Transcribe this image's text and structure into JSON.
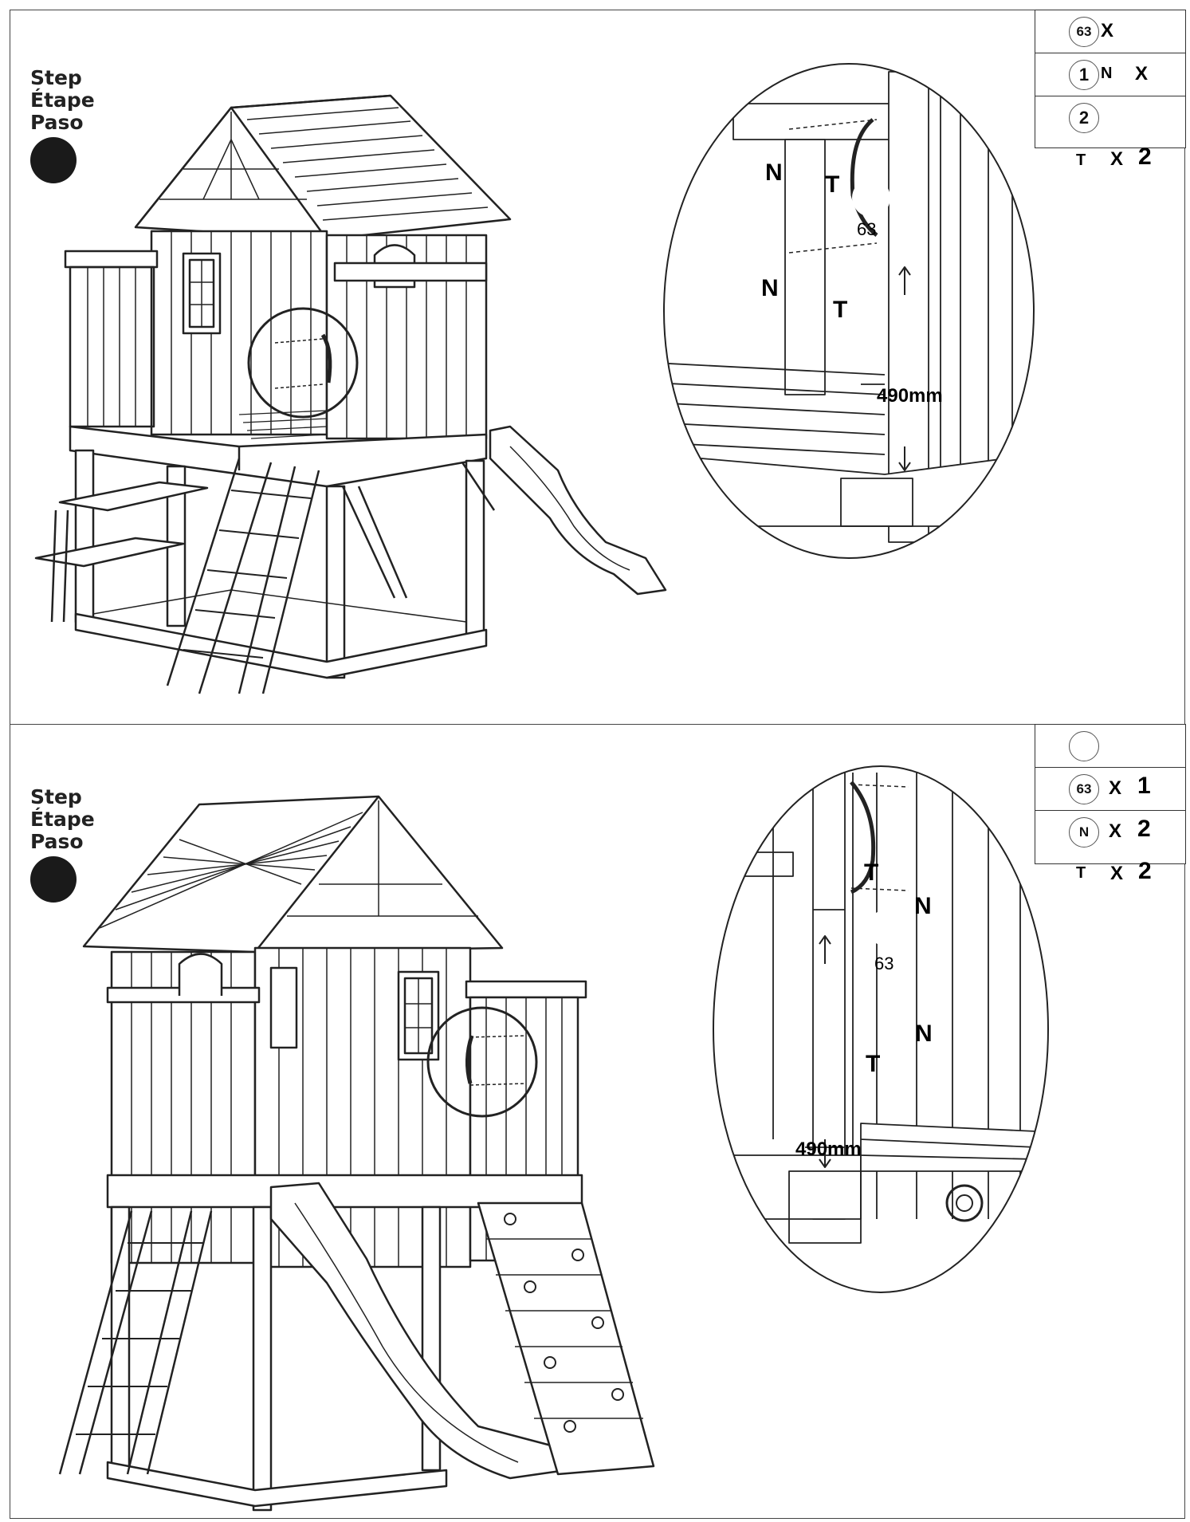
{
  "steps": [
    {
      "label_en": "Step",
      "label_fr": "Étape",
      "label_es": "Paso",
      "parts": {
        "row1_badge": "63",
        "row1_x": "X",
        "row2_badge": "1",
        "row2_letter": "N",
        "row2_x": "X",
        "row3_badge": "2",
        "row3_letter": "T",
        "row3_x": "X",
        "row3_qty": "2"
      },
      "detail": {
        "tag_n1": "N",
        "tag_t1": "T",
        "tag_n2": "N",
        "tag_t2": "T",
        "part_number": "63",
        "measurement": "490mm"
      }
    },
    {
      "label_en": "Step",
      "label_fr": "Étape",
      "label_es": "Paso",
      "parts": {
        "row1_badge": "",
        "row2_badge": "63",
        "row2_x": "X",
        "row2_qty": "1",
        "row3_badge": "N",
        "row3_x": "X",
        "row3_qty": "2",
        "row4_letter": "T",
        "row4_x": "X",
        "row4_qty": "2"
      },
      "detail": {
        "tag_t1": "T",
        "tag_n1": "N",
        "part_number": "63",
        "tag_n2": "N",
        "tag_t2": "T",
        "measurement": "490mm"
      }
    }
  ],
  "colors": {
    "line": "#222222",
    "step_dot": "#1a1a1a",
    "frame": "#444444"
  }
}
